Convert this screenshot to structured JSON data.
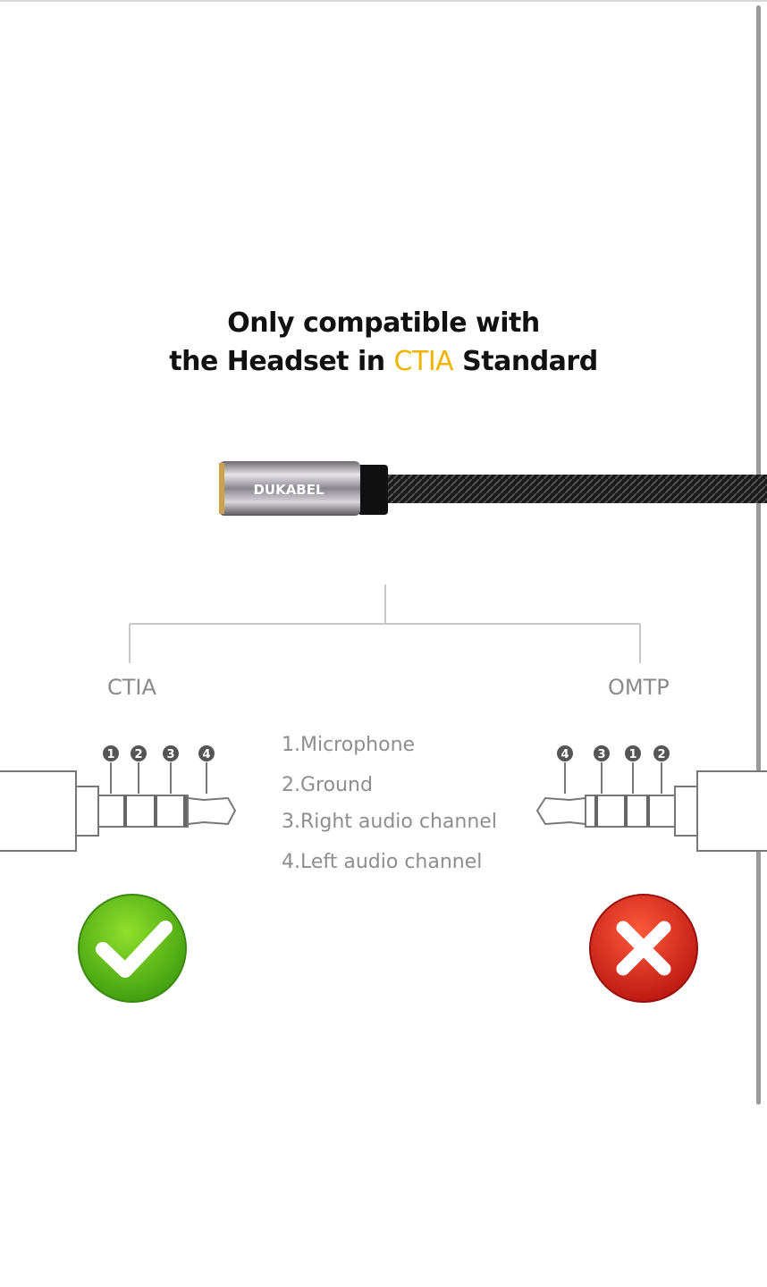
{
  "image": {
    "title_line1": "Only compatible with",
    "title_line2_prefix": "the Headset in ",
    "title_line2_highlight": "CTIA",
    "title_line2_suffix": " Standard",
    "brand": "DUKABEL",
    "left_standard": "CTIA",
    "right_standard": "OMTP",
    "left_pins": [
      "1",
      "2",
      "3",
      "4"
    ],
    "right_pins": [
      "4",
      "3",
      "1",
      "2"
    ],
    "legend": [
      "1.Microphone",
      "2.Ground",
      "3.Right audio channel",
      "4.Left audio channel"
    ],
    "left_status": "check-icon",
    "right_status": "cross-icon",
    "colors": {
      "highlight": "#f0b400",
      "ok": "#5cc21a",
      "bad": "#e0271f"
    }
  }
}
